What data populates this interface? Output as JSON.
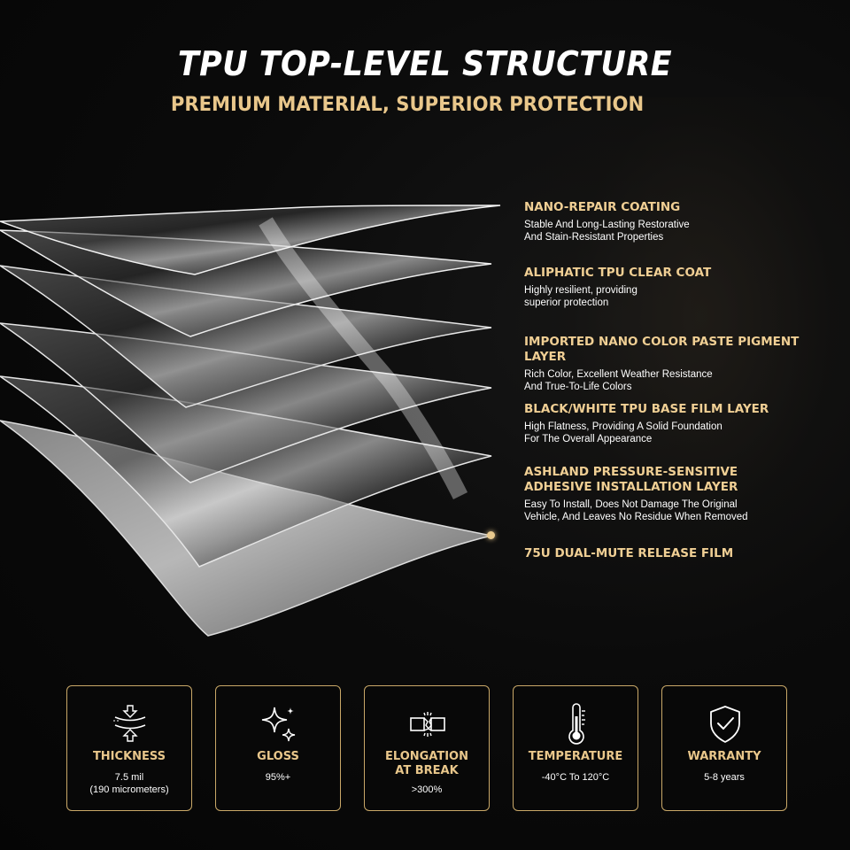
{
  "header": {
    "title": "TPU TOP-LEVEL STRUCTURE",
    "subtitle": "PREMIUM MATERIAL, SUPERIOR PROTECTION"
  },
  "layers": [
    {
      "title": "NANO-REPAIR COATING",
      "description": "Stable And Long-Lasting Restorative\nAnd Stain-Resistant Properties"
    },
    {
      "title": "ALIPHATIC TPU CLEAR COAT",
      "description": "Highly resilient, providing\nsuperior protection"
    },
    {
      "title": "IMPORTED NANO COLOR PASTE PIGMENT LAYER",
      "description": "Rich Color, Excellent Weather Resistance\nAnd True-To-Life Colors"
    },
    {
      "title": "BLACK/WHITE TPU BASE FILM LAYER",
      "description": "High Flatness, Providing A Solid Foundation\nFor The Overall Appearance"
    },
    {
      "title": "ASHLAND PRESSURE-SENSITIVE\nADHESIVE INSTALLATION LAYER",
      "description": "Easy To Install, Does Not Damage The Original\nVehicle, And Leaves No Residue When Removed"
    },
    {
      "title": "75U DUAL-MUTE RELEASE FILM",
      "description": ""
    }
  ],
  "features": [
    {
      "icon": "thickness-icon",
      "title": "THICKNESS",
      "value": "7.5 mil\n(190 micrometers)"
    },
    {
      "icon": "sparkle-icon",
      "title": "GLOSS",
      "value": "95%+"
    },
    {
      "icon": "elongation-icon",
      "title": "ELONGATION\nAT BREAK",
      "value": ">300%"
    },
    {
      "icon": "thermometer-icon",
      "title": "TEMPERATURE",
      "value": "-40°C To 120°C"
    },
    {
      "icon": "shield-check-icon",
      "title": "WARRANTY",
      "value": "5-8 years"
    }
  ],
  "colors": {
    "background": "#050505",
    "accent_gold": "#e9c78b",
    "box_border": "#c9a868",
    "text": "#ffffff"
  }
}
